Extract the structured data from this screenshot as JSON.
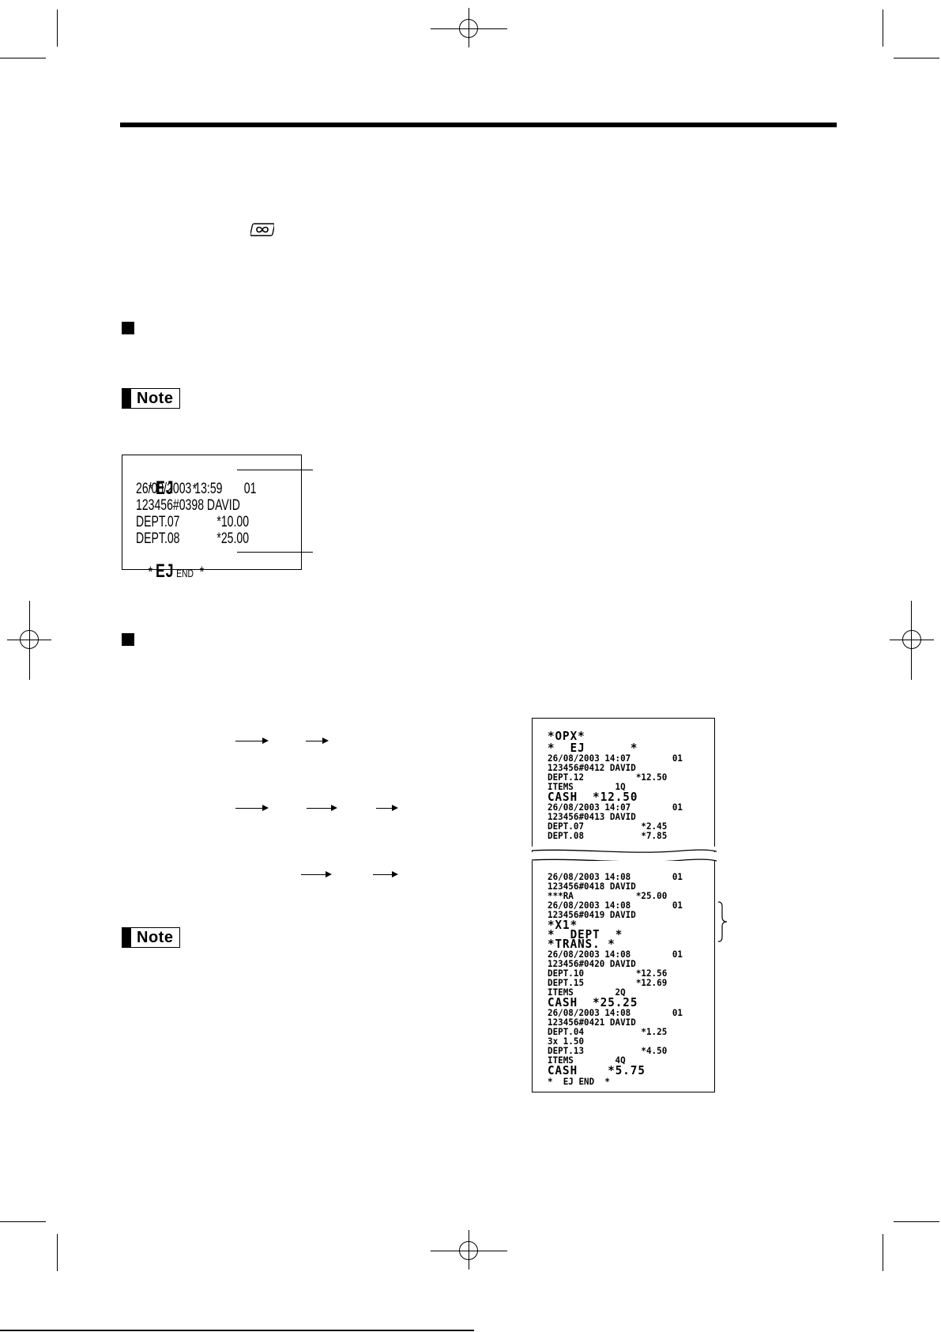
{
  "notes": {
    "note_1": "Note",
    "note_2": "Note"
  },
  "receipt_small": {
    "lines": [
      {
        "big": "EJ",
        "prefix": "* ",
        "suffix": "      *"
      },
      {
        "text": "26/08/2003 13:59       01"
      },
      {
        "text": "123456#0398 DAVID"
      },
      {
        "text": "DEPT.07            *10.00"
      },
      {
        "text": "DEPT.08            *25.00"
      },
      {
        "big": "EJ",
        "prefix": "* ",
        "small": " END",
        "suffix": "  *"
      }
    ]
  },
  "receipt_top": {
    "lines": [
      "*OPX*",
      "*  EJ      *",
      "26/08/2003 14:07        01",
      "123456#0412 DAVID",
      "DEPT.12          *12.50",
      "ITEMS        1Q",
      "CASH  *12.50",
      "26/08/2003 14:07        01",
      "123456#0413 DAVID",
      "DEPT.07           *2.45",
      "DEPT.08           *7.85"
    ]
  },
  "receipt_bottom": {
    "lines": [
      "26/08/2003 14:08        01",
      "123456#0418 DAVID",
      "***RA            *25.00",
      "26/08/2003 14:08        01",
      "123456#0419 DAVID",
      "*X1*",
      "*  DEPT  *",
      "*TRANS. *",
      "26/08/2003 14:08        01",
      "123456#0420 DAVID",
      "DEPT.10          *12.56",
      "DEPT.15          *12.69",
      "ITEMS        2Q",
      "CASH  *25.25",
      "26/08/2003 14:08        01",
      "123456#0421 DAVID",
      "DEPT.04           *1.25",
      "3x 1.50",
      "DEPT.13           *4.50",
      "ITEMS        4Q",
      "CASH    *5.75",
      "*  EJ END  *"
    ]
  }
}
